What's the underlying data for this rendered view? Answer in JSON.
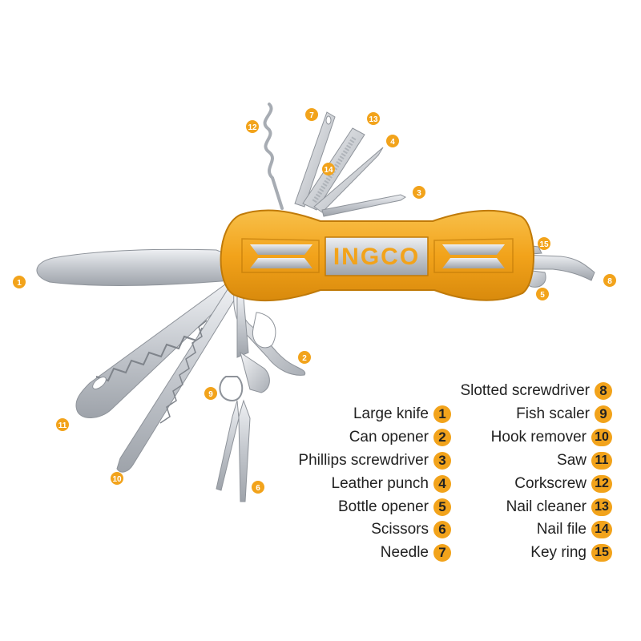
{
  "brand": "INGCO",
  "colors": {
    "accent": "#f2a31b",
    "blade": "#c9ccd1",
    "handle": "#f2a31b",
    "text": "#222222"
  },
  "callouts": [
    "1",
    "2",
    "3",
    "4",
    "5",
    "6",
    "7",
    "8",
    "9",
    "10",
    "11",
    "12",
    "13",
    "14",
    "15"
  ],
  "legend_left": [
    {
      "label": "Large knife",
      "num": "1"
    },
    {
      "label": "Can opener",
      "num": "2"
    },
    {
      "label": "Phillips screwdriver",
      "num": "3"
    },
    {
      "label": "Leather punch",
      "num": "4"
    },
    {
      "label": "Bottle opener",
      "num": "5"
    },
    {
      "label": "Scissors",
      "num": "6"
    },
    {
      "label": "Needle",
      "num": "7"
    }
  ],
  "legend_right": [
    {
      "label": "Slotted screwdriver",
      "num": "8"
    },
    {
      "label": "Fish scaler",
      "num": "9"
    },
    {
      "label": "Hook remover",
      "num": "10"
    },
    {
      "label": "Saw",
      "num": "11"
    },
    {
      "label": "Corkscrew",
      "num": "12"
    },
    {
      "label": "Nail cleaner",
      "num": "13"
    },
    {
      "label": "Nail file",
      "num": "14"
    },
    {
      "label": "Key ring",
      "num": "15"
    }
  ]
}
